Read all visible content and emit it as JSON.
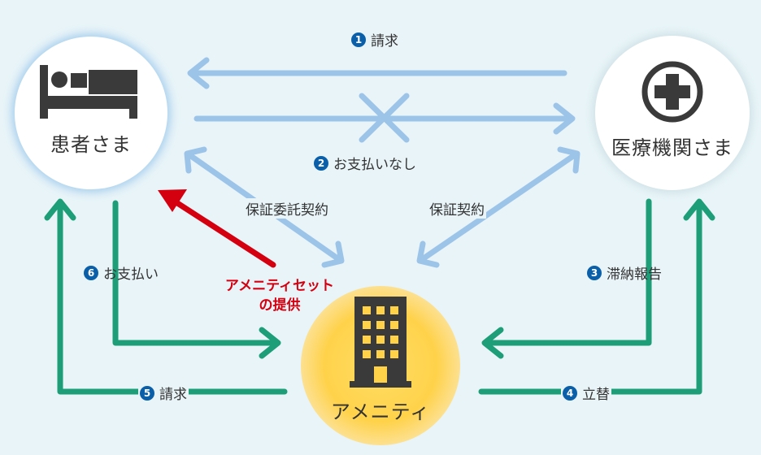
{
  "nodes": {
    "patient": {
      "label": "患者さま",
      "icon": "bed-icon"
    },
    "hospital": {
      "label": "医療機関さま",
      "icon": "medical-cross-icon"
    },
    "company": {
      "label": "アメニティ",
      "icon": "building-icon"
    }
  },
  "steps": [
    {
      "num": "1",
      "text": "請求"
    },
    {
      "num": "2",
      "text": "お支払いなし"
    },
    {
      "num": "3",
      "text": "滞納報告"
    },
    {
      "num": "4",
      "text": "立替"
    },
    {
      "num": "5",
      "text": "請求"
    },
    {
      "num": "6",
      "text": "お支払い"
    }
  ],
  "contracts": {
    "patient_company": "保証委託契約",
    "hospital_company": "保証契約"
  },
  "amenity_offer": {
    "line1": "アメニティセット",
    "line2": "の提供"
  },
  "colors": {
    "blue_arrow": "#9cc3e8",
    "green_arrow": "#1e9e78",
    "red_arrow": "#d40010",
    "number_badge": "#0a5fa8",
    "background": "#e8f4f8"
  }
}
